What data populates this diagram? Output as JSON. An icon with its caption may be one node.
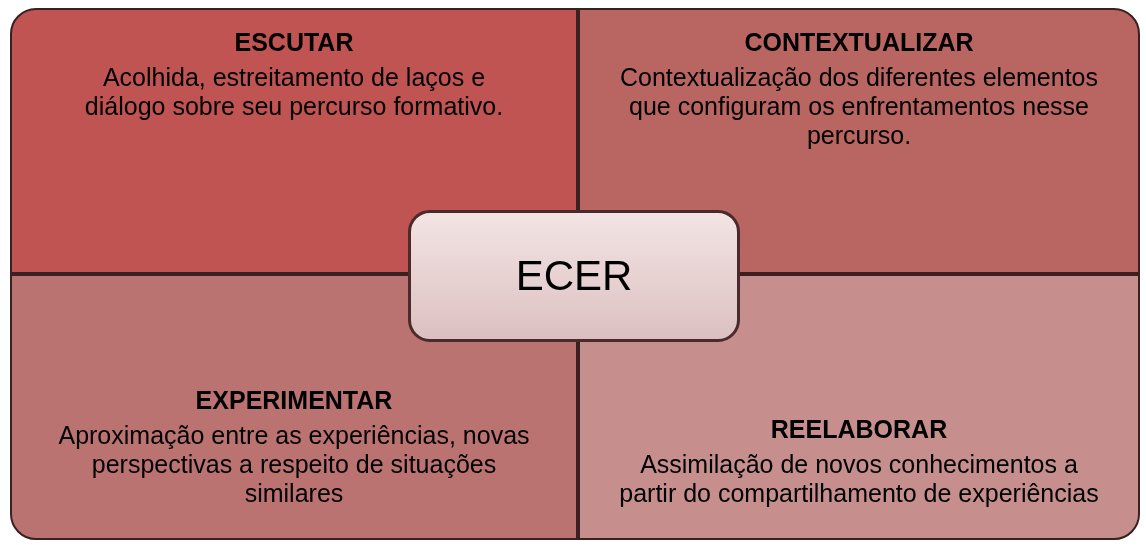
{
  "diagram": {
    "nodes": [
      {
        "text": [
          "ESCUTAR",
          "Acolhida, estreitamento de laços e diálogo sobre seu percurso formativo."
        ]
      },
      {
        "text": [
          "CONTEXTUALIZAR",
          "Contextualização dos diferentes elementos que configuram os enfrentamentos nesse percurso."
        ]
      },
      {
        "text": [
          "EXPERIMENTAR",
          "Aproximação entre as experiências, novas perspectivas a respeito de situações similares"
        ]
      },
      {
        "text": [
          "REELABORAR",
          "Assimilação de novos conhecimentos a partir do compartilhamento de experiências"
        ]
      },
      {
        "text": [
          "ECER"
        ]
      }
    ]
  }
}
